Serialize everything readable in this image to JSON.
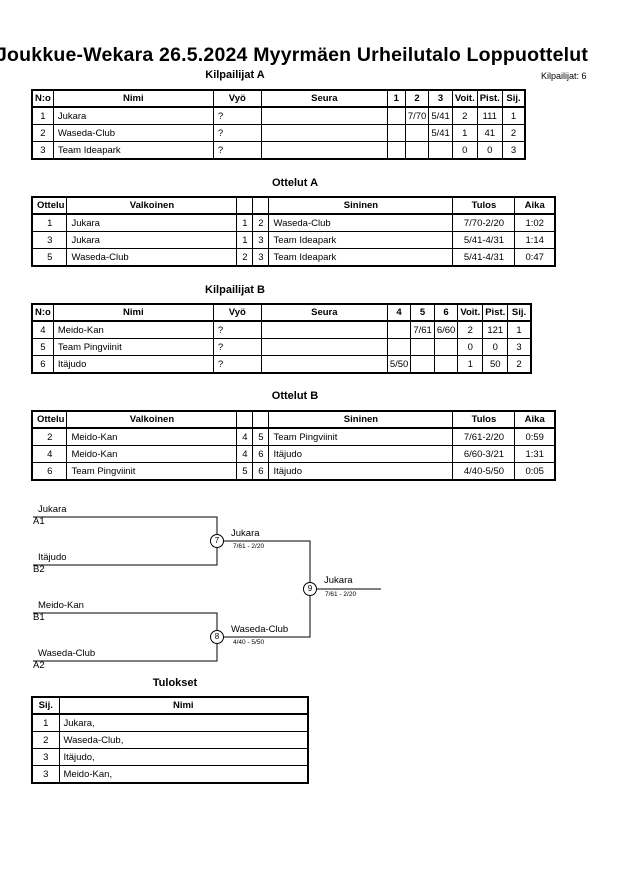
{
  "title": "Joukkue-Wekara  26.5.2024  Myyrmäen Urheilutalo   Loppuottelut",
  "players_a": {
    "heading": "Kilpailijat A",
    "count_label": "Kilpailijat: 6",
    "columns": [
      "N:o",
      "Nimi",
      "Vyö",
      "Seura",
      "1",
      "2",
      "3",
      "Voit.",
      "Pist.",
      "Sij."
    ],
    "rows": [
      [
        "1",
        "Jukara",
        "?",
        "",
        "",
        "7/70",
        "5/41",
        "2",
        "111",
        "1"
      ],
      [
        "2",
        "Waseda-Club",
        "?",
        "",
        "",
        "",
        "5/41",
        "1",
        "41",
        "2"
      ],
      [
        "3",
        "Team Ideapark",
        "?",
        "",
        "",
        "",
        "",
        "0",
        "0",
        "3"
      ]
    ]
  },
  "matches_a": {
    "heading": "Ottelut A",
    "columns": [
      "Ottelu",
      "Valkoinen",
      "",
      "",
      "Sininen",
      "Tulos",
      "Aika"
    ],
    "rows": [
      [
        "1",
        "Jukara",
        "1",
        "2",
        "Waseda-Club",
        "7/70-2/20",
        "1:02"
      ],
      [
        "3",
        "Jukara",
        "1",
        "3",
        "Team Ideapark",
        "5/41-4/31",
        "1:14"
      ],
      [
        "5",
        "Waseda-Club",
        "2",
        "3",
        "Team Ideapark",
        "5/41-4/31",
        "0:47"
      ]
    ]
  },
  "players_b": {
    "heading": "Kilpailijat B",
    "columns": [
      "N:o",
      "Nimi",
      "Vyö",
      "Seura",
      "4",
      "5",
      "6",
      "Voit.",
      "Pist.",
      "Sij."
    ],
    "rows": [
      [
        "4",
        "Meido-Kan",
        "?",
        "",
        "",
        "7/61",
        "6/60",
        "2",
        "121",
        "1"
      ],
      [
        "5",
        "Team Pingviinit",
        "?",
        "",
        "",
        "",
        "",
        "0",
        "0",
        "3"
      ],
      [
        "6",
        "Itäjudo",
        "?",
        "",
        "5/50",
        "",
        "",
        "1",
        "50",
        "2"
      ]
    ]
  },
  "matches_b": {
    "heading": "Ottelut B",
    "columns": [
      "Ottelu",
      "Valkoinen",
      "",
      "",
      "Sininen",
      "Tulos",
      "Aika"
    ],
    "rows": [
      [
        "2",
        "Meido-Kan",
        "4",
        "5",
        "Team Pingviinit",
        "7/61-2/20",
        "0:59"
      ],
      [
        "4",
        "Meido-Kan",
        "4",
        "6",
        "Itäjudo",
        "6/60-3/21",
        "1:31"
      ],
      [
        "6",
        "Team Pingviinit",
        "5",
        "6",
        "Itäjudo",
        "4/40-5/50",
        "0:05"
      ]
    ]
  },
  "bracket": {
    "entries": [
      {
        "name": "Jukara",
        "seed": "A1"
      },
      {
        "name": "Itäjudo",
        "seed": "B2"
      },
      {
        "name": "Meido-Kan",
        "seed": "B1"
      },
      {
        "name": "Waseda-Club",
        "seed": "A2"
      }
    ],
    "semi1": {
      "num": "7",
      "winner": "Jukara",
      "score": "7/61 - 2/20"
    },
    "semi2": {
      "num": "8",
      "winner": "Waseda-Club",
      "score": "4/40 - 5/50"
    },
    "final": {
      "num": "9",
      "winner": "Jukara",
      "score": "7/61 - 2/20"
    }
  },
  "results": {
    "heading": "Tulokset",
    "columns": [
      "Sij.",
      "Nimi"
    ],
    "rows": [
      [
        "1",
        "Jukara,"
      ],
      [
        "2",
        "Waseda-Club,"
      ],
      [
        "3",
        "Itäjudo,"
      ],
      [
        "3",
        "Meido-Kan,"
      ]
    ]
  }
}
